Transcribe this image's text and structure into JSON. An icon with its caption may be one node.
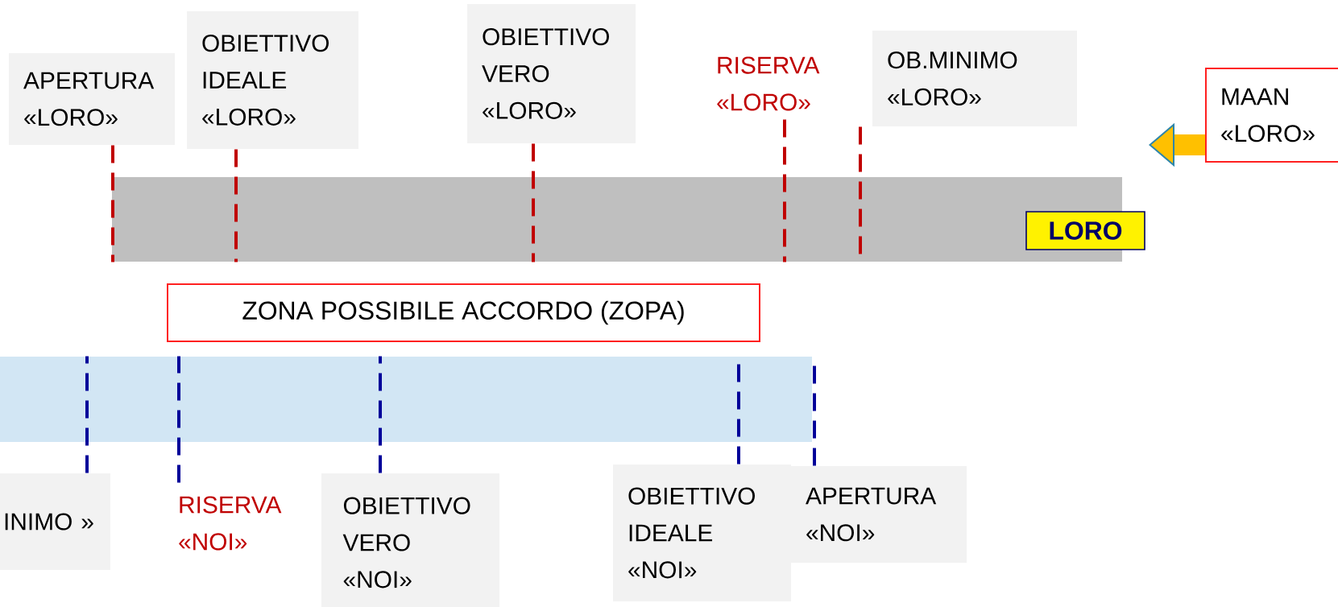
{
  "diagram": {
    "nodes": [
      {
        "text": [
          "APERTURA «LORO»"
        ]
      },
      {
        "text": [
          "OBIETTIVO IDEALE «LORO»"
        ]
      },
      {
        "text": [
          "OBIETTIVO VERO «LORO»"
        ]
      },
      {
        "text": [
          "RISERVA «LORO»"
        ]
      },
      {
        "text": [
          "OB.MINIMO «LORO»"
        ]
      },
      {
        "text": [
          "MAAN «LORO»"
        ]
      },
      {
        "text": [],
        "shape": "bar"
      },
      {
        "text": [
          "LORO"
        ]
      },
      {
        "text": [
          "ZONA POSSIBILE ACCORDO (ZOPA)"
        ]
      },
      {
        "text": [],
        "shape": "bar"
      },
      {
        "text": [
          "INIMO »"
        ]
      },
      {
        "text": [
          "RISERVA «NOI»"
        ]
      },
      {
        "text": [
          "OBIETTIVO VERO «NOI»"
        ]
      },
      {
        "text": [
          "OBIETTIVO IDEALE «NOI»"
        ]
      },
      {
        "text": [
          "APERTURA «NOI»"
        ]
      }
    ],
    "edges": [
      {
        "from": 0,
        "to": 6,
        "arrow": "none",
        "style": "dashed",
        "color": "#c00000"
      },
      {
        "from": 1,
        "to": 6,
        "arrow": "none",
        "style": "dashed",
        "color": "#c00000"
      },
      {
        "from": 2,
        "to": 6,
        "arrow": "none",
        "style": "dashed",
        "color": "#c00000"
      },
      {
        "from": 3,
        "to": 6,
        "arrow": "none",
        "style": "dashed",
        "color": "#c00000"
      },
      {
        "from": 4,
        "to": 6,
        "arrow": "none",
        "style": "dashed",
        "color": "#c00000"
      },
      {
        "from": 5,
        "to": null,
        "arrow": "to",
        "style": "thick",
        "color": "#ffc000"
      },
      {
        "from": 10,
        "to": 9,
        "arrow": "none",
        "style": "dashed",
        "color": "#000099"
      },
      {
        "from": 11,
        "to": 9,
        "arrow": "none",
        "style": "dashed",
        "color": "#000099"
      },
      {
        "from": 12,
        "to": 9,
        "arrow": "none",
        "style": "dashed",
        "color": "#000099"
      },
      {
        "from": 13,
        "to": 9,
        "arrow": "none",
        "style": "dashed",
        "color": "#000099"
      },
      {
        "from": 14,
        "to": 9,
        "arrow": "none",
        "style": "dashed",
        "color": "#000099"
      }
    ]
  }
}
